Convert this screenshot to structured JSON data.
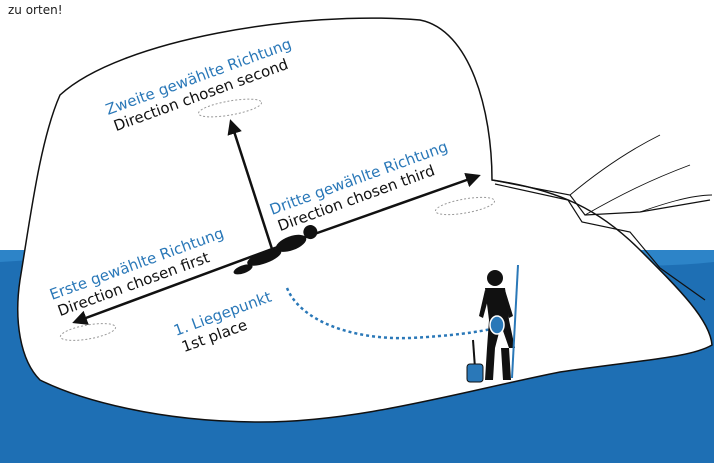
{
  "caption": "zu orten!",
  "labels": {
    "first_de": "Erste gewählte Richtung",
    "first_en": "Direction chosen first",
    "second_de": "Zweite gewählte Richtung",
    "second_en": "Direction chosen second",
    "third_de": "Dritte gewählte Richtung",
    "third_en": "Direction chosen third",
    "place_de": "1. Liegepunkt",
    "place_en": "1st place"
  },
  "colors": {
    "water": "#1e6fb4",
    "water_light": "#2d84c8",
    "snow": "#ffffff",
    "outline": "#111111",
    "label_blue": "#2a78b8",
    "path_dots": "#2a78b8"
  },
  "icons": [
    "avalanche-victim-icon",
    "rescuer-icon",
    "probe-icon",
    "shovel-icon",
    "transceiver-icon"
  ]
}
